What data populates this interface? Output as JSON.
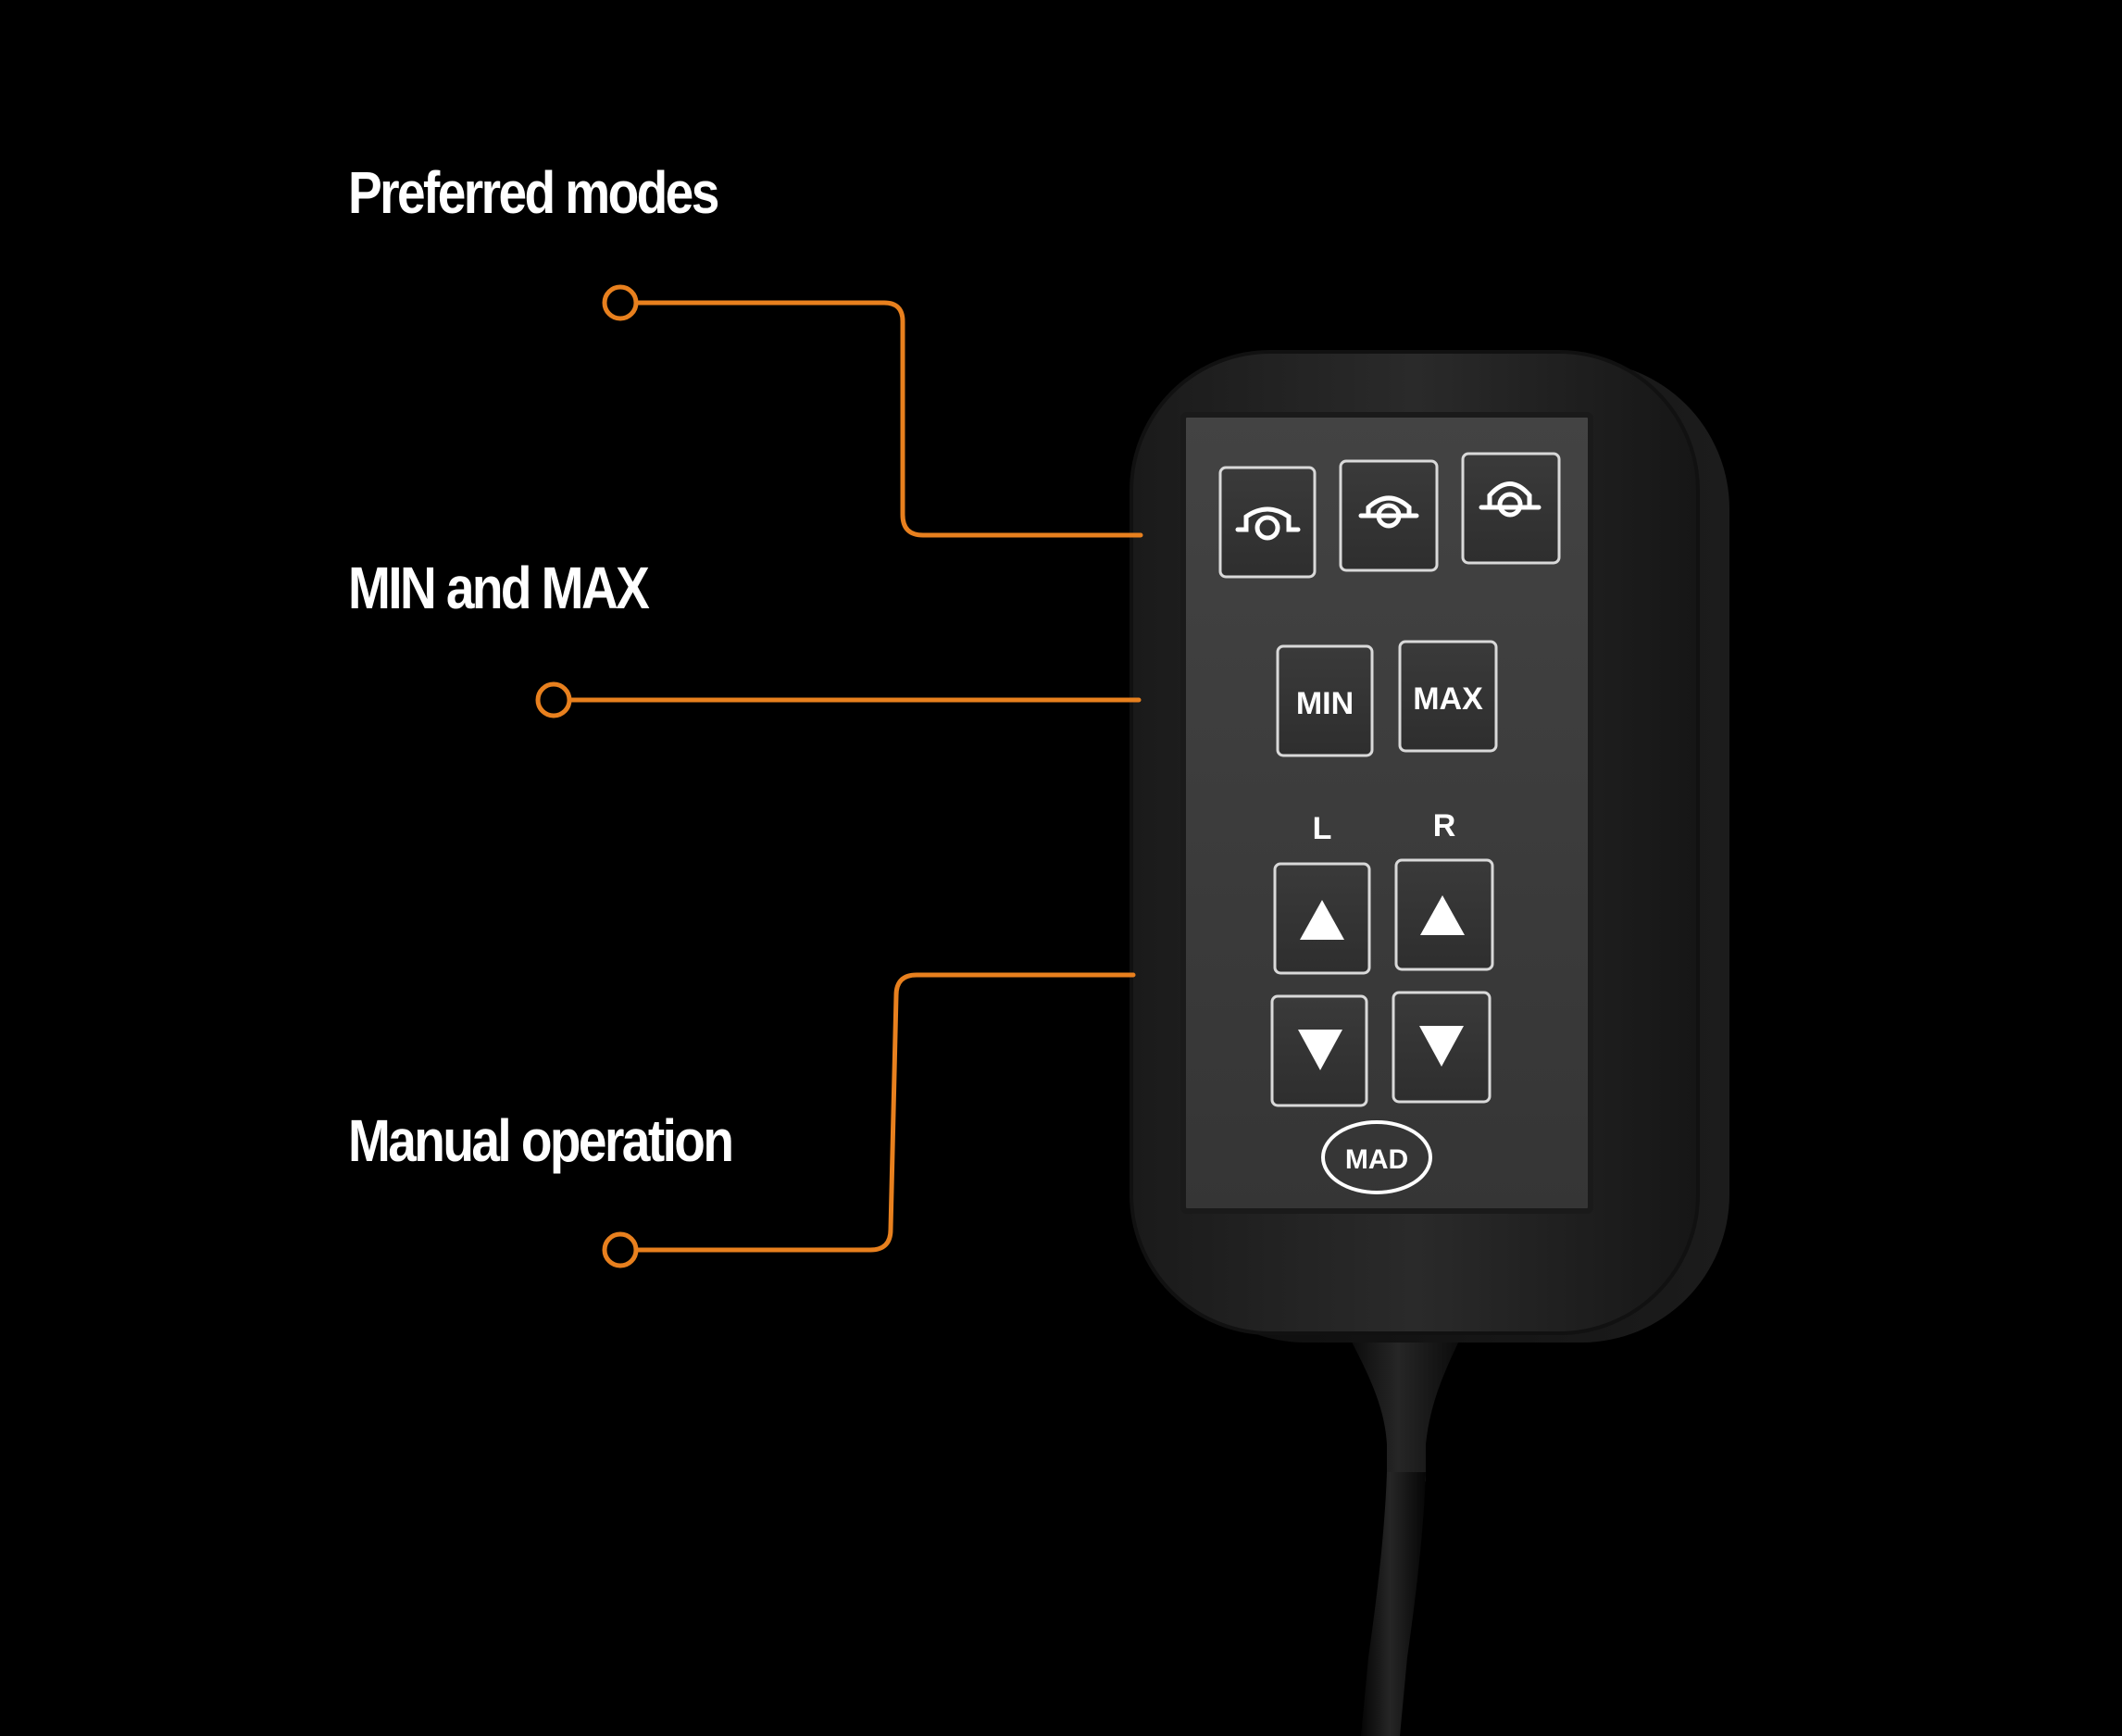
{
  "colors": {
    "background": "#000000",
    "accent": "#e8801e",
    "label_text": "#ffffff",
    "device_shell": "#232323",
    "device_face": "#3b3b3b",
    "key_glyph": "#ffffff"
  },
  "callouts": [
    {
      "label": "Preferred modes"
    },
    {
      "label": "MIN and MAX"
    },
    {
      "label": "Manual operation"
    }
  ],
  "device": {
    "mode_keys": [
      {
        "icon": "mode-low-icon"
      },
      {
        "icon": "mode-mid-icon"
      },
      {
        "icon": "mode-high-icon"
      }
    ],
    "min_label": "MIN",
    "max_label": "MAX",
    "left_label": "L",
    "right_label": "R",
    "manual_keys": [
      {
        "icon": "arrow-up-icon"
      },
      {
        "icon": "arrow-up-icon"
      },
      {
        "icon": "arrow-down-icon"
      },
      {
        "icon": "arrow-down-icon"
      }
    ],
    "logo_text": "MAD"
  }
}
